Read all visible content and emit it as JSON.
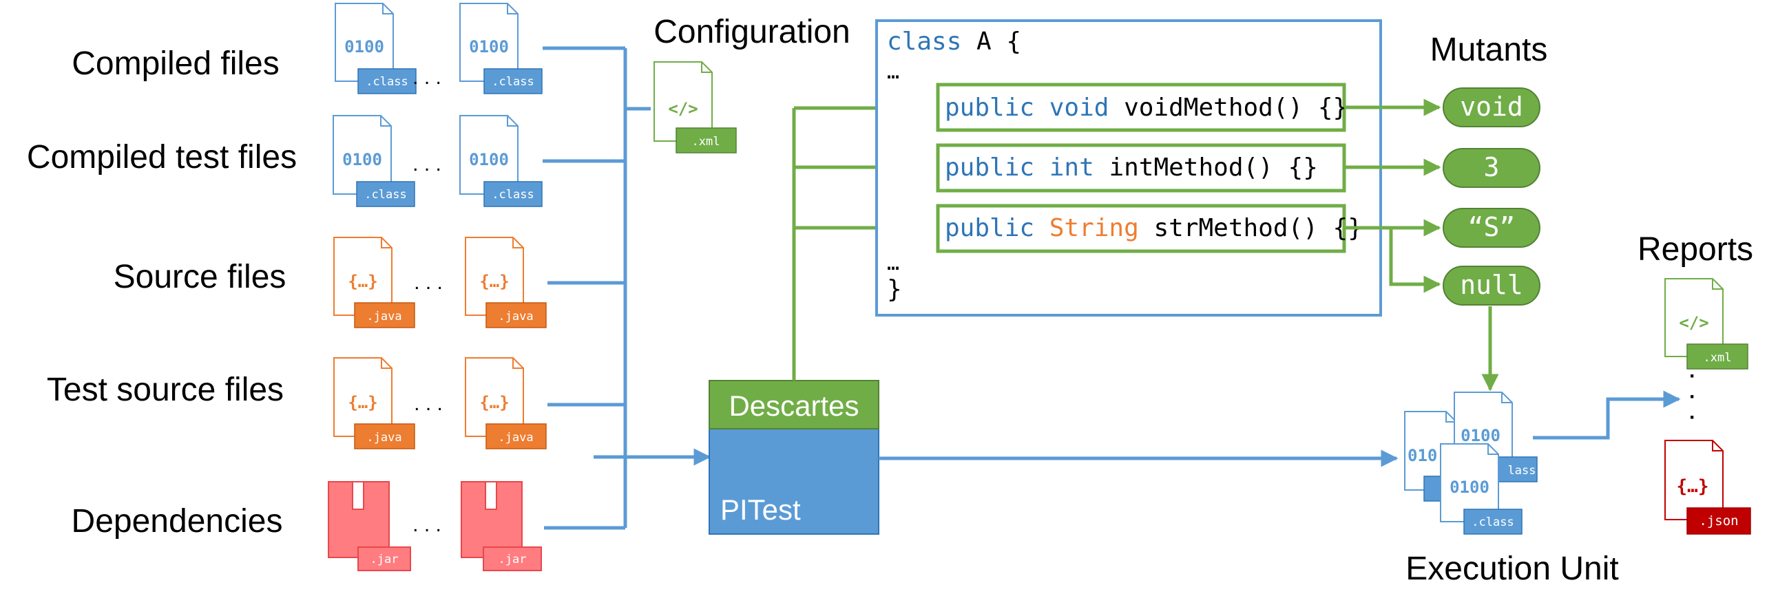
{
  "colors": {
    "blue": "#5b9bd5",
    "blue_dark": "#2e75b6",
    "green": "#70ad47",
    "orange": "#ed7d31",
    "red_light": "#ff7c80",
    "red": "#e8474c",
    "red_dark": "#c00000",
    "code_keyword": "#2e75b6",
    "code_string_type": "#ed7d31",
    "text": "#000000"
  },
  "inputs": {
    "compiled_files_label": "Compiled files",
    "compiled_test_files_label": "Compiled test files",
    "source_files_label": "Source files",
    "test_source_files_label": "Test source files",
    "dependencies_label": "Dependencies",
    "ellipsis": ". . .",
    "binary_glyph": "0100",
    "source_glyph": "{…}",
    "class_ext": ".class",
    "java_ext": ".java",
    "jar_ext": ".jar"
  },
  "configuration": {
    "label": "Configuration",
    "glyph": "</>",
    "ext": ".xml"
  },
  "code": {
    "line1_kw": "class",
    "line1_rest": " A  {",
    "ellipsis_top": "…",
    "ellipsis_bottom": "…",
    "closing": "}",
    "methods": [
      {
        "mod": "public",
        "type": "void",
        "type_color": "keyword",
        "rest": " voidMethod() {}"
      },
      {
        "mod": "public",
        "type": "int",
        "type_color": "keyword",
        "rest": " intMethod() {}"
      },
      {
        "mod": "public",
        "type": "String",
        "type_color": "string",
        "rest": " strMethod() {}"
      }
    ]
  },
  "mutants": {
    "label": "Mutants",
    "values": [
      "void",
      "3",
      "“S”",
      "null"
    ]
  },
  "engine": {
    "descartes_label": "Descartes",
    "pitest_label": "PITest"
  },
  "execution": {
    "label": "Execution Unit",
    "binary_glyph": "0100",
    "binary_glyph_partial": "010",
    "class_ext": ".class",
    "class_ext_partial": "lass"
  },
  "reports": {
    "label": "Reports",
    "xml_glyph": "</>",
    "xml_ext": ".xml",
    "json_glyph": "{…}",
    "json_ext": ".json",
    "vertical_dots": "·"
  }
}
